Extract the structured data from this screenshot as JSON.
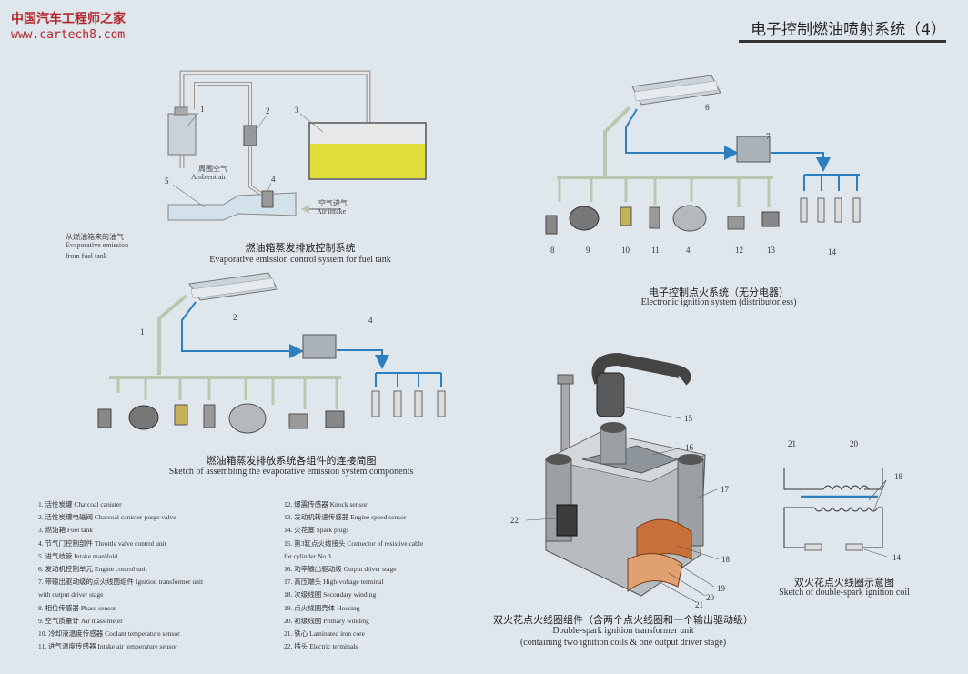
{
  "watermark": {
    "cn": "中国汽车工程师之家",
    "url": "www.cartech8.com"
  },
  "header": {
    "title": "电子控制燃油喷射系统（4）"
  },
  "evap_diagram": {
    "caption_cn": "燃油箱蒸发排放控制系统",
    "caption_en": "Evaporative emission control system for fuel tank",
    "label_ambient_cn": "周围空气",
    "label_ambient_en": "Ambient air",
    "label_intake_cn": "空气进气",
    "label_intake_en": "Air intake",
    "label_fueltank_cn": "从燃油箱来的油气",
    "label_fueltank_en1": "Evaporative emission",
    "label_fueltank_en2": "from fuel tank",
    "numbers": [
      "1",
      "2",
      "3",
      "4",
      "5"
    ]
  },
  "assembly_diagram": {
    "caption_cn": "燃油箱蒸发排放系统各组件的连接简图",
    "caption_en": "Sketch of assembling the evaporative emission system components",
    "numbers": [
      "1",
      "2",
      "4"
    ]
  },
  "ignition_diagram": {
    "caption_cn": "电子控制点火系统（无分电器）",
    "caption_en": "Electronic ignition system (distributorless)",
    "numbers": [
      "6",
      "7",
      "8",
      "9",
      "10",
      "11",
      "4",
      "12",
      "13",
      "14"
    ]
  },
  "coil_unit": {
    "caption_cn": "双火花点火线圈组件（含两个点火线圈和一个输出驱动级）",
    "caption_en1": "Double-spark ignition transformer unit",
    "caption_en2": "(containing two ignition coils & one output driver stage)",
    "numbers": [
      "15",
      "16",
      "17",
      "22",
      "18",
      "19",
      "20",
      "21"
    ]
  },
  "coil_sketch": {
    "caption_cn": "双火花点火线圈示意图",
    "caption_en": "Sketch of double-spark ignition coil",
    "numbers": [
      "21",
      "20",
      "18",
      "14"
    ]
  },
  "legend_left": [
    "1.  活性炭罐   Charcoal canister",
    "2.  活性炭罐电磁阀   Charcoal canister-purge valve",
    "3.  燃油箱   Fuel tank",
    "4.  节气门控制部件   Throttle valve control unit",
    "5.  进气歧管   Intake manifold",
    "6.  发动机控制单元   Engine control unit",
    "7.  带输出驱动级的点火线圈组件   Ignition transformer unit",
    "     with output driver stage",
    "8.  相位传感器   Phase sensor",
    "9.  空气质量计   Air mass meter",
    "10.  冷却液温度传感器   Coolant temperature sensor",
    "11.  进气温度传感器   Intake air temperature sensor"
  ],
  "legend_right": [
    "12.  爆震传感器   Knock sensor",
    "13.  发动机转速传感器   Engine speed sensor",
    "14.  火花塞   Spark plugs",
    "15.  第3缸点火线接头   Connector of resistive cable",
    "     for cylinder No.3",
    "16.  功率输出驱动级   Output driver stage",
    "17.  高压端头   High-voltage terminal",
    "18.  次级线圈   Secondary winding",
    "19.  点火线圈壳体   Housing",
    "20.  初级线圈   Primary winding",
    "21.  铁心   Laminated iron core",
    "22.  插头   Electric terminals"
  ]
}
